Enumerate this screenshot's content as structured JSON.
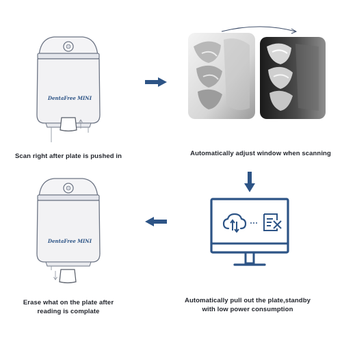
{
  "steps": [
    {
      "caption": "Scan right after plate is pushed in"
    },
    {
      "caption": "Automatically adjust window when scanning"
    },
    {
      "caption": "Automatically pull out the plate,standby with low power consumption"
    },
    {
      "caption": "Erase what on the plate after reading is complate"
    }
  ],
  "device": {
    "brand": "DentaFree MINI"
  },
  "colors": {
    "accent": "#2d5486",
    "device_body": "#f2f2f4",
    "device_outline": "#6c7484"
  },
  "icons": [
    "scanner-device",
    "xray-film",
    "arrow-right",
    "arrow-down",
    "arrow-left",
    "monitor",
    "cloud-sync-icon",
    "erase-document-icon"
  ]
}
